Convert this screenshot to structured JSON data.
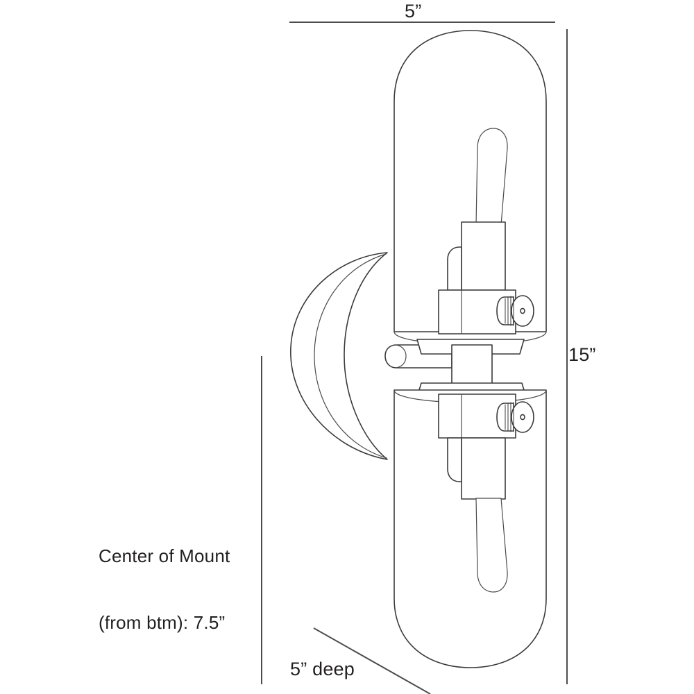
{
  "drawing": {
    "title": "Wall Sconce Dimension Drawing",
    "product_type": "two-light wall sconce",
    "line_color": "#3a3a3a",
    "text_color": "#231f20",
    "background_color": "#ffffff"
  },
  "dimensions": {
    "width": {
      "value": "5”",
      "name": "overall width",
      "placement": "top horizontal dimension line"
    },
    "height": {
      "value": "15”",
      "name": "overall height",
      "placement": "right vertical dimension line"
    },
    "depth": {
      "value": "5” deep",
      "name": "overall depth",
      "placement": "bottom leader line"
    },
    "center_of_mount": {
      "line1": "Center of Mount",
      "line2": "(from btm): 7.5”",
      "value": "7.5”",
      "name": "center of mount from bottom"
    }
  },
  "parts": {
    "upper_glass": "upper cylindrical glass shade",
    "lower_glass": "lower cylindrical glass shade",
    "upper_bulb": "upper tube bulb",
    "lower_bulb": "lower tube bulb",
    "upper_socket": "upper socket body",
    "lower_socket": "lower socket body",
    "upper_thumbscrew": "upper knurled thumbscrew",
    "lower_thumbscrew": "lower knurled thumbscrew",
    "backplate": "round wall mount backplate",
    "arm": "mounting arm",
    "hub": "center connector hub"
  }
}
